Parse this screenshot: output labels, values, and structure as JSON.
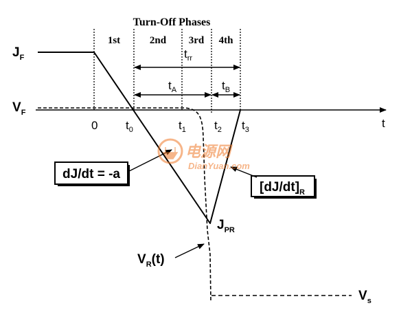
{
  "title": "Turn-Off Phases",
  "phases": [
    "1st",
    "2nd",
    "3rd",
    "4th"
  ],
  "labels": {
    "jf": "J",
    "jf_sub": "F",
    "vf": "V",
    "vf_sub": "F",
    "trr": "t",
    "trr_sub": "rr",
    "ta": "t",
    "ta_sub": "A",
    "tb": "t",
    "tb_sub": "B",
    "t_axis": "t",
    "jpr": "J",
    "jpr_sub": "PR",
    "vr": "V",
    "vr_sub": "R",
    "vr_tail": "(t)",
    "vs": "V",
    "vs_sub": "s"
  },
  "time_ticks": [
    {
      "main": "0",
      "sub": ""
    },
    {
      "main": "t",
      "sub": "0"
    },
    {
      "main": "t",
      "sub": "1"
    },
    {
      "main": "t",
      "sub": "2"
    },
    {
      "main": "t",
      "sub": "3"
    }
  ],
  "boxes": {
    "rate_fall": "dJ/dt = -a",
    "rate_rise": "[dJ/dt]",
    "rate_rise_sub": "R"
  },
  "watermark": {
    "cn": "电源网",
    "url": "DianYuan.com"
  },
  "colors": {
    "ink": "#000000",
    "watermark": "#f07a2a"
  }
}
